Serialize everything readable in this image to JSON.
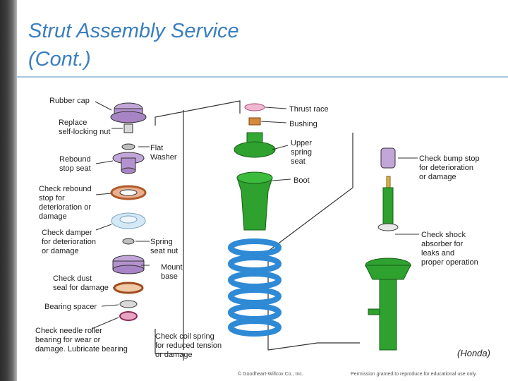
{
  "slide": {
    "title_line1": "Strut Assembly Service",
    "title_line2": "(Cont.)",
    "credit": "(Honda)"
  },
  "footer": {
    "copyright": "© Goodheart-Willcox Co., Inc.",
    "permission": "Permission granted to reproduce for educational use only."
  },
  "diagram": {
    "left_labels": {
      "rubber_cap": "Rubber cap",
      "replace_nut": [
        "Replace",
        "self-locking nut"
      ],
      "rebound_stop_seat": [
        "Rebound",
        "stop seat"
      ],
      "check_rebound": [
        "Check rebound",
        "stop for",
        "deterioration or",
        "damage"
      ],
      "check_damper": [
        "Check damper",
        "for deterioration",
        "or damage"
      ],
      "check_dust_seal": [
        "Check dust",
        "seal for damage"
      ],
      "bearing_spacer": "Bearing spacer",
      "check_needle": [
        "Check needle roller",
        "bearing for wear or",
        "damage. Lubricate bearing"
      ]
    },
    "mid_labels": {
      "flat_washer": [
        "Flat",
        "Washer"
      ],
      "spring_seat_nut": [
        "Spring",
        "seat nut"
      ],
      "mount_base": [
        "Mount",
        "base"
      ],
      "check_coil_spring": [
        "Check coil spring",
        "for reduced tension",
        "or damage"
      ]
    },
    "right_labels": {
      "thrust_race": "Thrust race",
      "bushing": "Bushing",
      "upper_spring_seat": [
        "Upper",
        "spring",
        "seat"
      ],
      "boot": "Boot",
      "check_bump_stop": [
        "Check bump stop",
        "for deterioration",
        "or damage"
      ],
      "check_shock": [
        "Check shock",
        "absorber for",
        "leaks and",
        "proper operation"
      ]
    }
  }
}
